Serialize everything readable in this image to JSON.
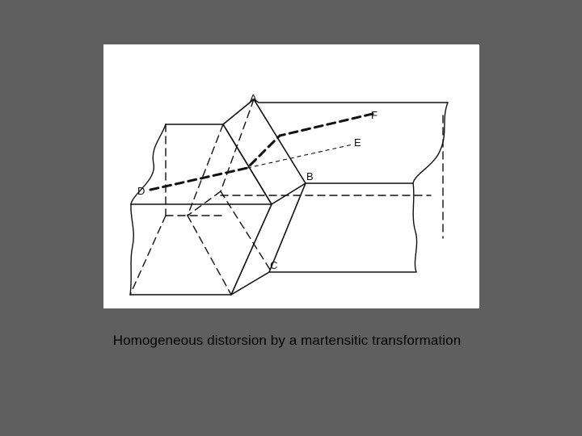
{
  "figure": {
    "labels": {
      "a": "A",
      "b": "B",
      "c": "C",
      "d": "D",
      "e": "E",
      "f": "F"
    }
  },
  "caption": "Homogeneous distorsion by a martensitic transformation",
  "colors": {
    "background": "#5f5f5f",
    "panel": "#ffffff",
    "ink": "#111111",
    "caption": "#000000"
  }
}
